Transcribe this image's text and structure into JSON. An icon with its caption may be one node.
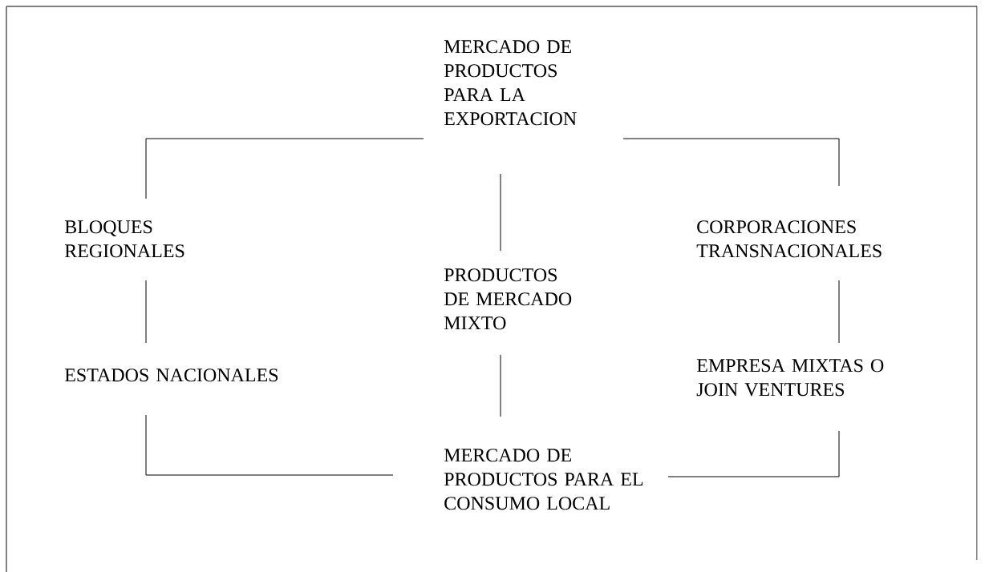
{
  "diagram": {
    "nodes": [
      {
        "text": [
          "MERCADO DE PRODUCTOS PARA LA EXPORTACION"
        ]
      },
      {
        "text": [
          "BLOQUES REGIONALES"
        ]
      },
      {
        "text": [
          "CORPORACIONES TRANSNACIONALES"
        ]
      },
      {
        "text": [
          "PRODUCTOS DE MERCADO MIXTO"
        ]
      },
      {
        "text": [
          "ESTADOS NACIONALES"
        ]
      },
      {
        "text": [
          "EMPRESA MIXTAS O JOIN VENTURES"
        ]
      },
      {
        "text": [
          "MERCADO DE PRODUCTOS PARA EL CONSUMO LOCAL"
        ]
      }
    ],
    "edges": [
      {
        "from": 0,
        "to": 1,
        "arrow": "none"
      },
      {
        "from": 0,
        "to": 2,
        "arrow": "none"
      },
      {
        "from": 0,
        "to": 3,
        "arrow": "none"
      },
      {
        "from": 1,
        "to": 4,
        "arrow": "none"
      },
      {
        "from": 2,
        "to": 5,
        "arrow": "none"
      },
      {
        "from": 3,
        "to": 6,
        "arrow": "none"
      },
      {
        "from": 4,
        "to": 6,
        "arrow": "none"
      },
      {
        "from": 5,
        "to": 6,
        "arrow": "none"
      }
    ]
  }
}
